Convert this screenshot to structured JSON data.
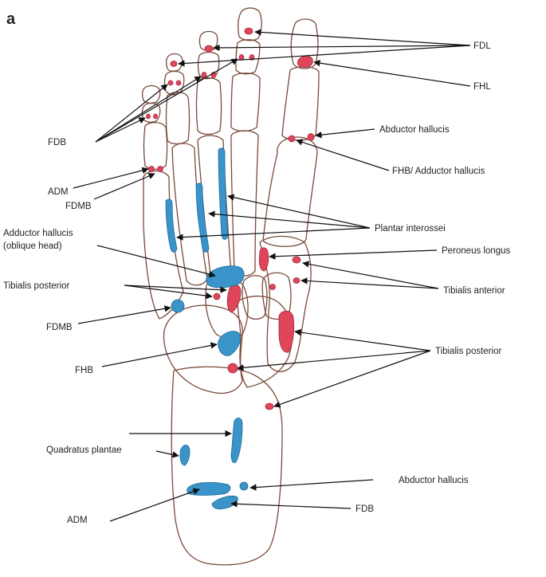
{
  "figure": {
    "panel_letter": "a",
    "colors": {
      "origin_red": "#e0455a",
      "insertion_blue": "#3a94c9",
      "bone_outline": "#7a4a3a",
      "label_text": "#222222",
      "arrow": "#111111"
    },
    "labels": {
      "fdl": "FDL",
      "fhl": "FHL",
      "fdb_top": "FDB",
      "abductor_hallucis_top": "Abductor hallucis",
      "fhb_adductor_hallucis": "FHB/ Adductor hallucis",
      "adm_top": "ADM",
      "fdmb_top": "FDMB",
      "plantar_interossei": "Plantar interossei",
      "adductor_hallucis_oblique_line1": "Adductor hallucis",
      "adductor_hallucis_oblique_line2": "(oblique head)",
      "peroneus_longus": "Peroneus longus",
      "tibialis_posterior_left": "Tibialis posterior",
      "tibialis_anterior": "Tibialis anterior",
      "fdmb_bottom": "FDMB",
      "tibialis_posterior_right": "Tibialis posterior",
      "fhb": "FHB",
      "quadratus_plantae": "Quadratus plantae",
      "abductor_hallucis_bottom": "Abductor hallucis",
      "adm_bottom": "ADM",
      "fdb_bottom": "FDB"
    }
  }
}
